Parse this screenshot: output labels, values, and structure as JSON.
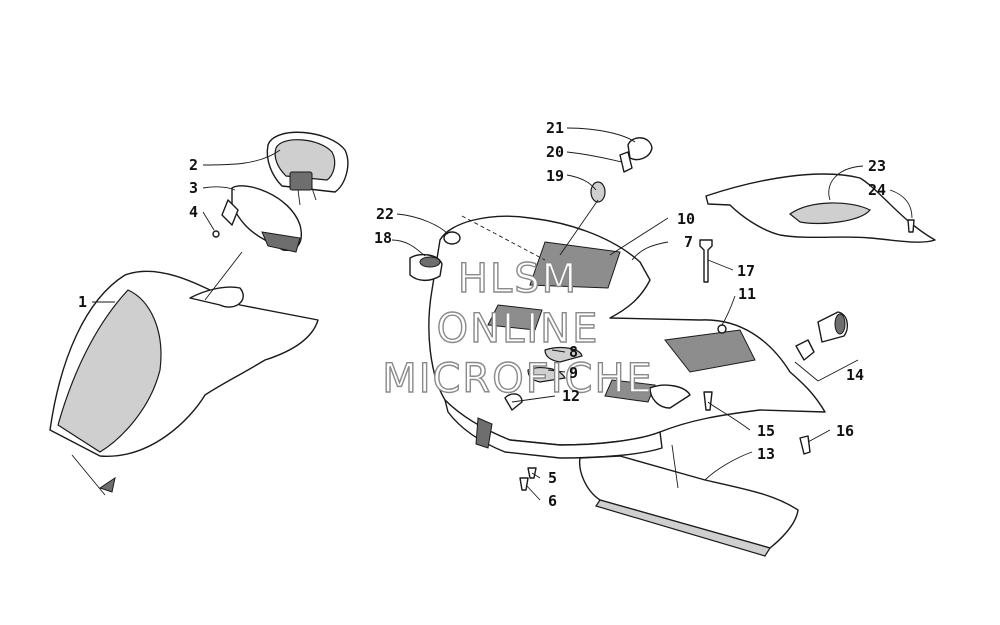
{
  "diagram": {
    "callouts": [
      "1",
      "2",
      "3",
      "4",
      "5",
      "6",
      "7",
      "8",
      "9",
      "10",
      "11",
      "12",
      "13",
      "14",
      "15",
      "16",
      "17",
      "18",
      "19",
      "20",
      "21",
      "22",
      "23",
      "24"
    ]
  },
  "watermark": {
    "line1": "HLSM",
    "line2": "ONLINE",
    "line3": "MICROFICHE"
  }
}
